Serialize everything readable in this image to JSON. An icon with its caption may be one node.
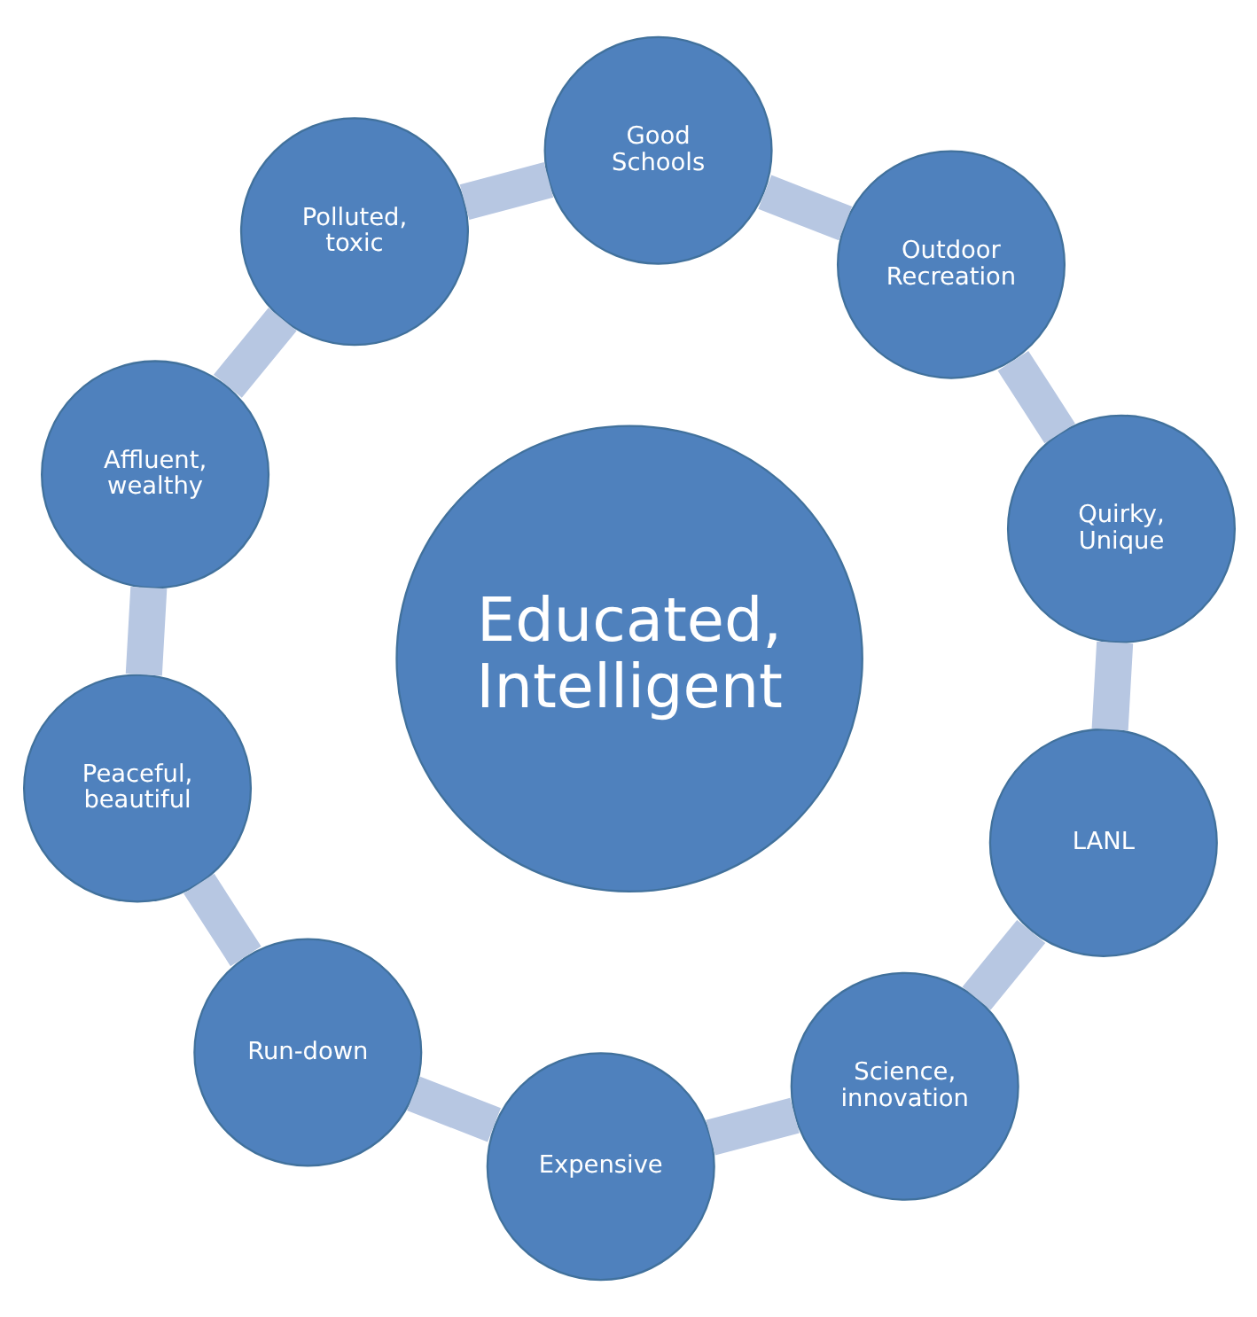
{
  "diagram": {
    "nodes": [
      {
        "text": [
          "LANL"
        ]
      },
      {
        "text": [
          "Quirky, Unique"
        ]
      },
      {
        "text": [
          "Outdoor Recreation"
        ]
      },
      {
        "text": [
          "Good Schools"
        ]
      },
      {
        "text": [
          "Polluted, toxic"
        ]
      },
      {
        "text": [
          "Affluent, wealthy"
        ]
      },
      {
        "text": [
          "Peaceful, beautiful"
        ]
      },
      {
        "text": [
          "Run-down"
        ]
      },
      {
        "text": [
          "Expensive"
        ]
      },
      {
        "text": [
          "Science, innovation"
        ]
      },
      {
        "text": [
          "Educated, Intelligent"
        ]
      }
    ],
    "edges": [
      {
        "from": 0,
        "to": 1,
        "arrow": "none"
      },
      {
        "from": 1,
        "to": 2,
        "arrow": "none"
      },
      {
        "from": 2,
        "to": 3,
        "arrow": "none"
      },
      {
        "from": 3,
        "to": 4,
        "arrow": "none"
      },
      {
        "from": 4,
        "to": 5,
        "arrow": "none"
      },
      {
        "from": 5,
        "to": 6,
        "arrow": "none"
      },
      {
        "from": 6,
        "to": 7,
        "arrow": "none"
      },
      {
        "from": 7,
        "to": 8,
        "arrow": "none"
      },
      {
        "from": 8,
        "to": 9,
        "arrow": "none"
      },
      {
        "from": 9,
        "to": 0,
        "arrow": "none"
      }
    ]
  }
}
